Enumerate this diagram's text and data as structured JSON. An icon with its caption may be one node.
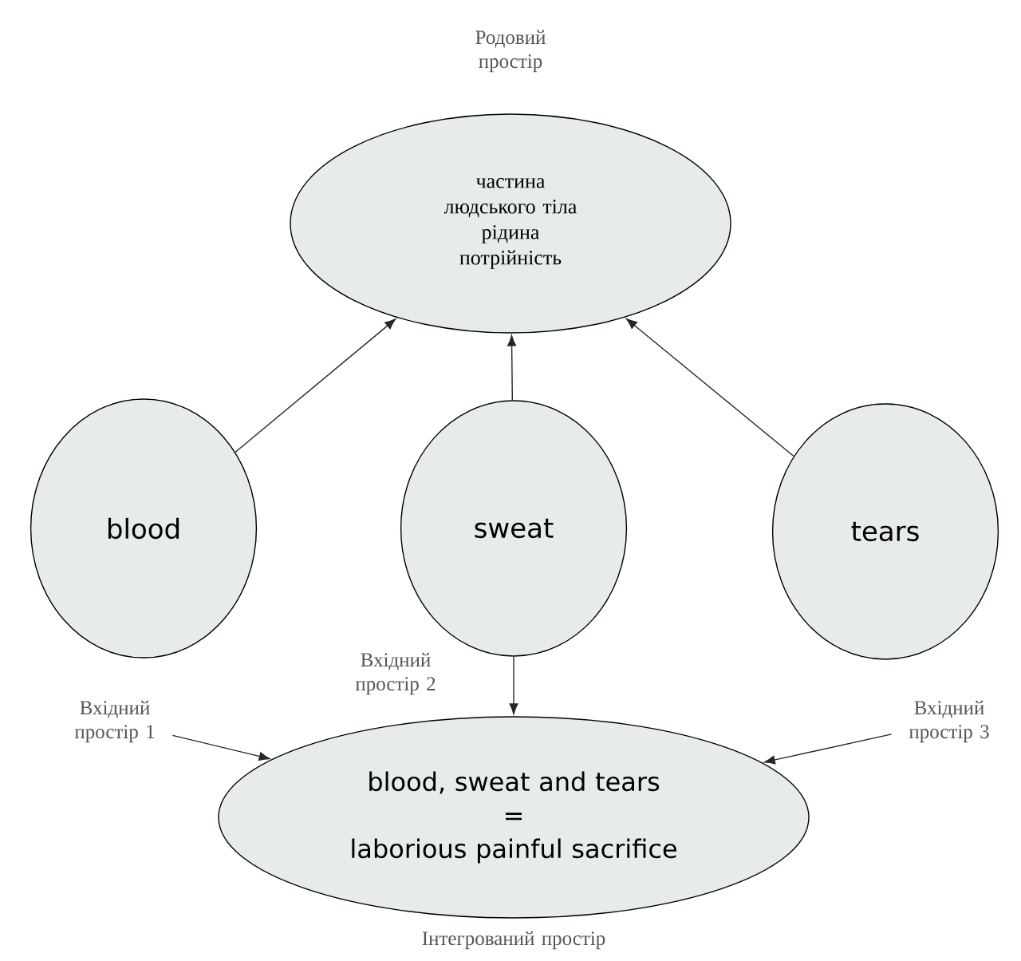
{
  "diagram": {
    "nodes": [
      {
        "text": [
          "частина людського тіла",
          "рідина",
          "потрійність"
        ],
        "beside": [
          "Родовий простір"
        ]
      },
      {
        "text": [
          "blood"
        ]
      },
      {
        "text": [
          "sweat"
        ],
        "beside": [
          "Вхідний простір 2"
        ]
      },
      {
        "text": [
          "tears"
        ]
      },
      {
        "text": [
          "Вхідний простір 1"
        ]
      },
      {
        "text": [
          "blood, sweat and tears",
          "=",
          "laborious painful sacrifice"
        ],
        "beside": [
          "Інтегрований простір"
        ]
      },
      {
        "text": [
          "Вхідний простір 3"
        ]
      }
    ],
    "edges": [
      {
        "from": 1,
        "to": 0,
        "arrow": "to"
      },
      {
        "from": 2,
        "to": 0,
        "arrow": "to"
      },
      {
        "from": 3,
        "to": 0,
        "arrow": "to"
      },
      {
        "from": 4,
        "to": 5,
        "arrow": "to"
      },
      {
        "from": 2,
        "to": 5,
        "arrow": "to"
      },
      {
        "from": 6,
        "to": 5,
        "arrow": "to"
      }
    ]
  }
}
